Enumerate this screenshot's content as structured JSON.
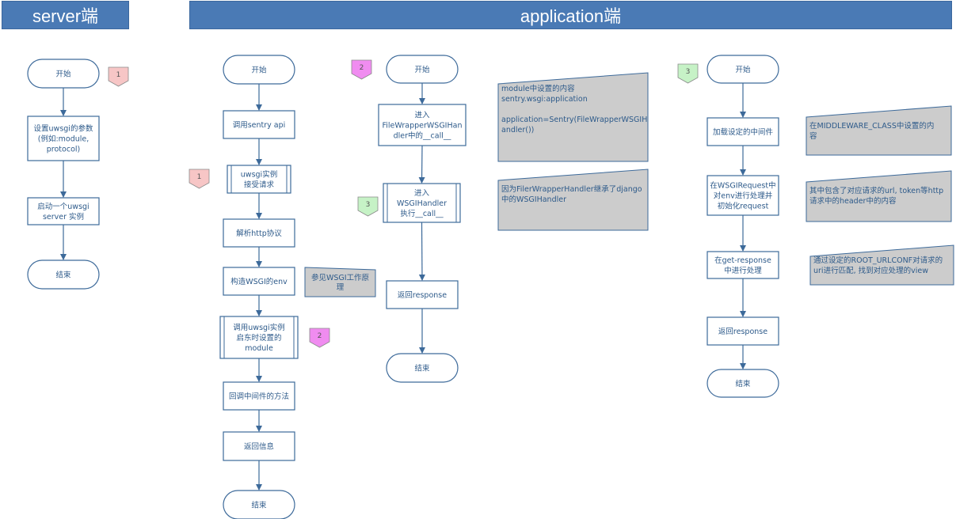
{
  "headers": [
    {
      "id": "server",
      "text": "server端"
    },
    {
      "id": "application",
      "text": "application端"
    }
  ],
  "nodes": [
    {
      "id": "s-start",
      "lines": [
        "开始"
      ]
    },
    {
      "id": "s-config",
      "lines": [
        "设置uwsgi的参数",
        "(例如:module,",
        "protocol)"
      ]
    },
    {
      "id": "s-launch",
      "lines": [
        "启动一个uwsgi",
        "server 实例"
      ]
    },
    {
      "id": "s-end",
      "lines": [
        "结束"
      ]
    },
    {
      "id": "a1-start",
      "lines": [
        "开始"
      ]
    },
    {
      "id": "a1-call-api",
      "lines": [
        "调用sentry api"
      ]
    },
    {
      "id": "a1-receive",
      "lines": [
        "uwsgi实例",
        "接受请求"
      ]
    },
    {
      "id": "a1-parse",
      "lines": [
        "解析http协议"
      ]
    },
    {
      "id": "a1-env",
      "lines": [
        "构造WSGI的env"
      ]
    },
    {
      "id": "a1-module",
      "lines": [
        "调用uwsgi实例",
        "启东时设置的",
        "module"
      ]
    },
    {
      "id": "a1-callback",
      "lines": [
        "回调中间件的方法"
      ]
    },
    {
      "id": "a1-return",
      "lines": [
        "返回信息"
      ]
    },
    {
      "id": "a1-end",
      "lines": [
        "结束"
      ]
    },
    {
      "id": "a2-start",
      "lines": [
        "开始"
      ]
    },
    {
      "id": "a2-enter-wrapper",
      "lines": [
        "进入",
        "FileWrapperWSGIHan",
        "dler中的__call__"
      ]
    },
    {
      "id": "a2-enter-handler",
      "lines": [
        "进入",
        "WSGIHandler",
        "执行__call__"
      ]
    },
    {
      "id": "a2-return",
      "lines": [
        "返回response"
      ]
    },
    {
      "id": "a2-end",
      "lines": [
        "结束"
      ]
    },
    {
      "id": "a3-start",
      "lines": [
        "开始"
      ]
    },
    {
      "id": "a3-middleware",
      "lines": [
        "加载设定的中间件"
      ]
    },
    {
      "id": "a3-request",
      "lines": [
        "在WSGIRequest中",
        "对env进行处理并",
        "初始化request"
      ]
    },
    {
      "id": "a3-get-response",
      "lines": [
        "在get-response",
        "中进行处理"
      ]
    },
    {
      "id": "a3-return",
      "lines": [
        "返回response"
      ]
    },
    {
      "id": "a3-end",
      "lines": [
        "结束"
      ]
    }
  ],
  "notes": [
    {
      "id": "note-wsgi",
      "lines": [
        "参见WSGI工作原",
        "理"
      ]
    },
    {
      "id": "note-module",
      "lines": [
        "module中设置的内容",
        "sentry.wsgi:application",
        "",
        "application=Sentry(FileWrapperWSGIH",
        "andler())"
      ]
    },
    {
      "id": "note-inherit",
      "lines": [
        "因为FilerWrapperHandler继承了django",
        "中的WSGIHandler"
      ]
    },
    {
      "id": "note-middleware",
      "lines": [
        "在MIDDLEWARE_CLASS中设置的内",
        "容"
      ]
    },
    {
      "id": "note-request",
      "lines": [
        "其中包含了对应请求的url, token等http",
        "请求中的header中的内容"
      ]
    },
    {
      "id": "note-urlconf",
      "lines": [
        "通过设定的ROOT_URLCONF对请求的",
        "uri进行匹配, 找到对应处理的view"
      ]
    }
  ],
  "badges": [
    {
      "id": "badge-s1",
      "text": "1",
      "color": "#f7c6c6"
    },
    {
      "id": "badge-a1-1",
      "text": "1",
      "color": "#f7c6c6"
    },
    {
      "id": "badge-a1-2",
      "text": "2",
      "color": "#f08cf0"
    },
    {
      "id": "badge-a2-2",
      "text": "2",
      "color": "#f08cf0"
    },
    {
      "id": "badge-a2-3",
      "text": "3",
      "color": "#c6f2c6"
    },
    {
      "id": "badge-a3-3",
      "text": "3",
      "color": "#c6f2c6"
    }
  ],
  "colors": {
    "header_bg": "#4a7ab5",
    "line": "#3d6a9a",
    "note_bg": "#cccccc"
  }
}
